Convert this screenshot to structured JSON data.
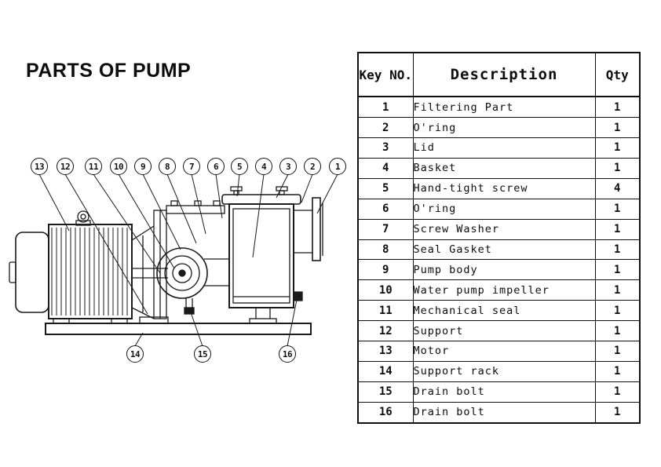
{
  "title": "PARTS OF PUMP",
  "table": {
    "headers": {
      "key": "Key NO.",
      "description": "Description",
      "qty": "Qty"
    },
    "rows": [
      {
        "key": "1",
        "description": "Filtering Part",
        "qty": "1"
      },
      {
        "key": "2",
        "description": "O'ring",
        "qty": "1"
      },
      {
        "key": "3",
        "description": "Lid",
        "qty": "1"
      },
      {
        "key": "4",
        "description": "Basket",
        "qty": "1"
      },
      {
        "key": "5",
        "description": "Hand-tight screw",
        "qty": "4"
      },
      {
        "key": "6",
        "description": "O'ring",
        "qty": "1"
      },
      {
        "key": "7",
        "description": "Screw Washer",
        "qty": "1"
      },
      {
        "key": "8",
        "description": "Seal Gasket",
        "qty": "1"
      },
      {
        "key": "9",
        "description": "Pump body",
        "qty": "1"
      },
      {
        "key": "10",
        "description": "Water pump impeller",
        "qty": "1"
      },
      {
        "key": "11",
        "description": "Mechanical seal",
        "qty": "1"
      },
      {
        "key": "12",
        "description": "Support",
        "qty": "1"
      },
      {
        "key": "13",
        "description": "Motor",
        "qty": "1"
      },
      {
        "key": "14",
        "description": "Support rack",
        "qty": "1"
      },
      {
        "key": "15",
        "description": "Drain bolt",
        "qty": "1"
      },
      {
        "key": "16",
        "description": "Drain bolt",
        "qty": "1"
      }
    ]
  },
  "diagram": {
    "callouts": [
      "1",
      "2",
      "3",
      "4",
      "5",
      "6",
      "7",
      "8",
      "9",
      "10",
      "11",
      "12",
      "13",
      "14",
      "15",
      "16"
    ],
    "line_color": "#1a1a1a"
  }
}
